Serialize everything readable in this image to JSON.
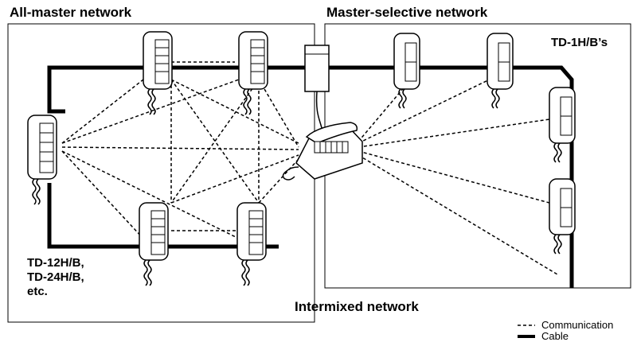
{
  "titles": {
    "all_master": "All-master network",
    "master_selective": "Master-selective network",
    "intermixed": "Intermixed network"
  },
  "labels": {
    "td1": "TD-1H/B’s",
    "td12": "TD-12H/B,",
    "td24": "TD-24H/B,",
    "etc": "etc."
  },
  "legend": {
    "communication": "Communication",
    "cable": "Cable"
  }
}
